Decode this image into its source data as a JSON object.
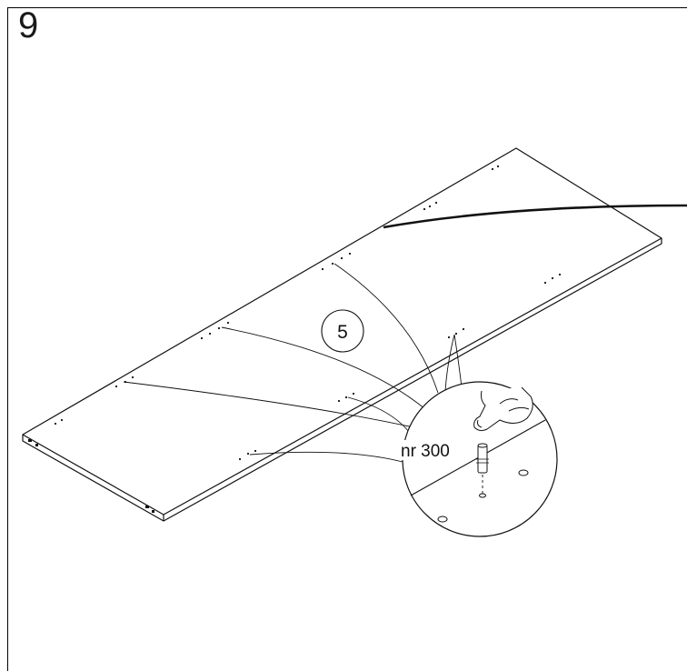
{
  "step": {
    "number": "9"
  },
  "callouts": {
    "quantity": "5",
    "part_label": "nr 300"
  },
  "colors": {
    "line": "#111111",
    "background": "#ffffff"
  }
}
